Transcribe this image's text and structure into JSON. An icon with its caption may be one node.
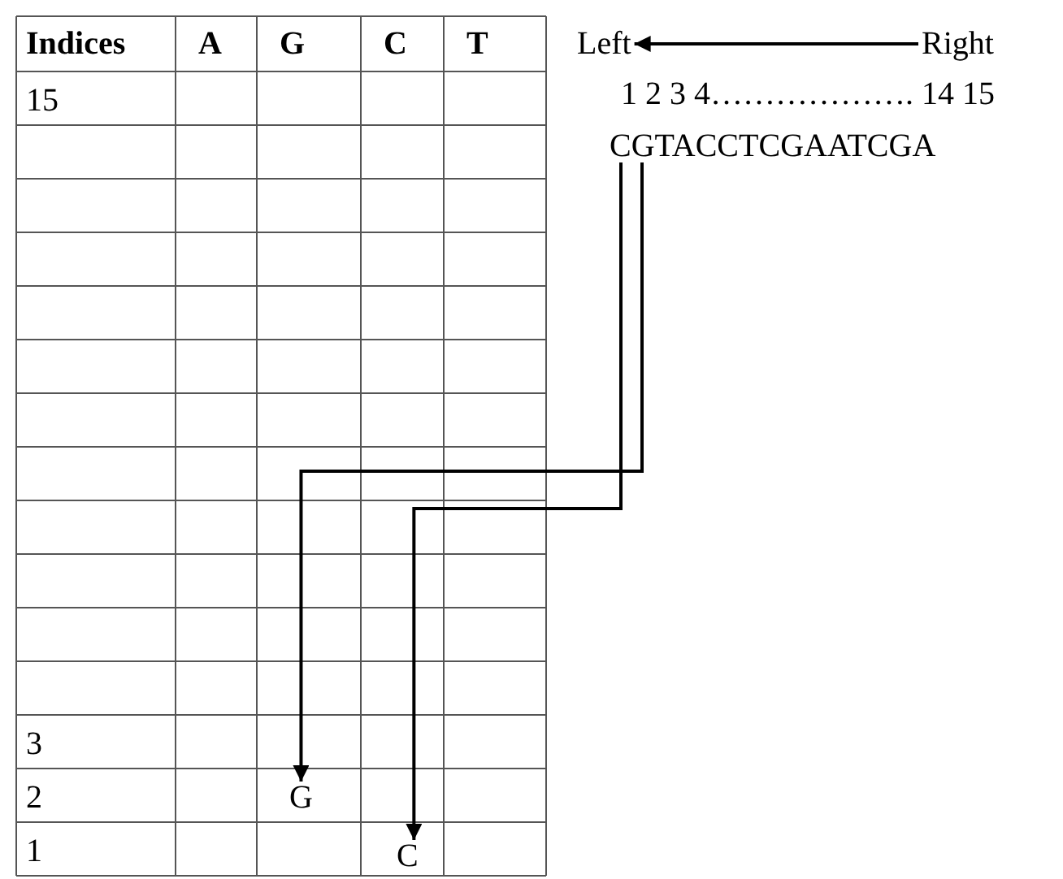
{
  "diagram": {
    "nodes": [
      {
        "text": [
          "Left"
        ]
      },
      {
        "text": [
          "Right"
        ]
      },
      {
        "text": [
          "CGTACCTCGAATCGA"
        ]
      },
      {
        "text": [
          "G"
        ]
      },
      {
        "text": [
          "C"
        ]
      }
    ],
    "edges": [
      {
        "from": 1,
        "to": 0,
        "arrow": "to"
      },
      {
        "from": 2,
        "to": 3,
        "arrow": "to"
      },
      {
        "from": 2,
        "to": 4,
        "arrow": "to"
      }
    ],
    "labels": [
      "Indices",
      "A",
      "G",
      "C",
      "T",
      "15",
      "3",
      "2",
      "1",
      "1 2 3 4………………. 14 15"
    ]
  }
}
